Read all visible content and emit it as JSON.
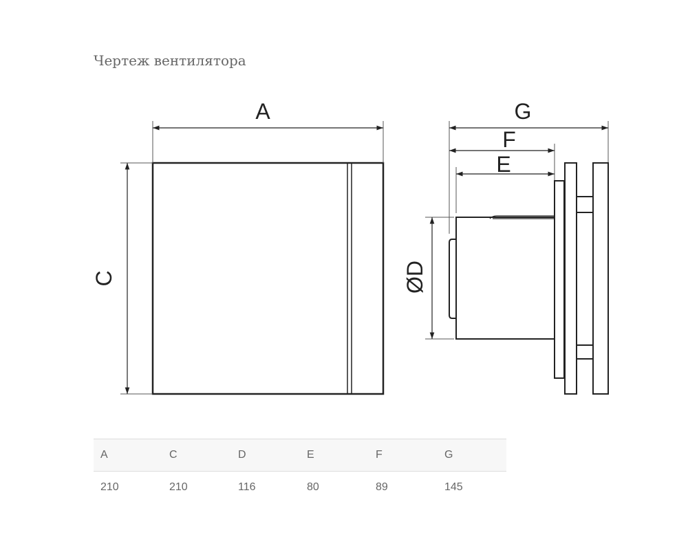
{
  "title": "Чертеж вентилятора",
  "drawing": {
    "labels": {
      "A": "A",
      "C": "C",
      "D": "ØD",
      "E": "E",
      "F": "F",
      "G": "G"
    }
  },
  "table": {
    "headers": [
      "A",
      "C",
      "D",
      "E",
      "F",
      "G"
    ],
    "values": [
      "210",
      "210",
      "116",
      "80",
      "89",
      "145"
    ]
  }
}
